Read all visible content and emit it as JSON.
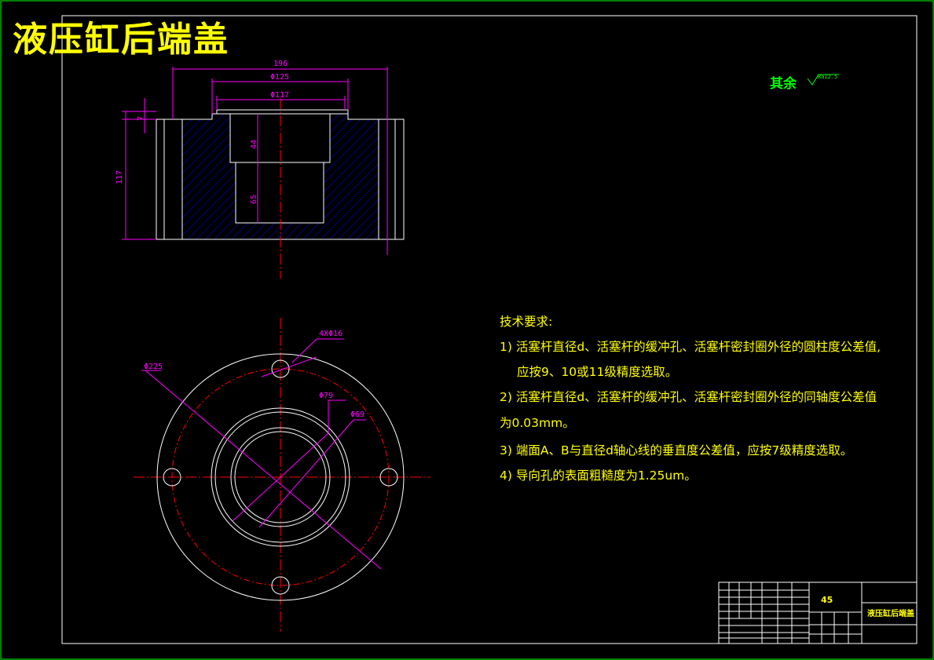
{
  "title": "液压缸后端盖",
  "surface_finish": {
    "label": "其余",
    "value": "Ra12.5"
  },
  "dimensions": {
    "overall_width": "196",
    "bore_outer": "Φ125",
    "bore_inner": "Φ117",
    "step_height": "7",
    "total_height": "117",
    "upper_bore_depth": "44",
    "lower_bore_depth": "65",
    "holes": "4XΦ16",
    "pcd": "Φ225",
    "dia_79": "Φ79",
    "dia_69": "Φ69"
  },
  "requirements": {
    "heading": "技术要求:",
    "line1": "1) 活塞杆直径d、活塞杆的缓冲孔、活塞杆密封圈外径的圆柱度公差值,",
    "line1b": "应按9、10或11级精度选取。",
    "line2": "2) 活塞杆直径d、活塞杆的缓冲孔、活塞杆密封圈外径的同轴度公差值",
    "line2b": "为0.03mm。",
    "line3": "3) 端面A、B与直径d轴心线的垂直度公差值，应按7级精度选取。",
    "line4": "4) 导向孔的表面粗糙度为1.25um。"
  },
  "title_block": {
    "material": "45",
    "part_name": "液压缸后端盖"
  },
  "colors": {
    "outline": "#ffffff",
    "dimension": "#ff00ff",
    "centerline": "#ff0000",
    "hatch": "#0000ff",
    "text": "#ffff00",
    "frame": "#00ff00"
  }
}
